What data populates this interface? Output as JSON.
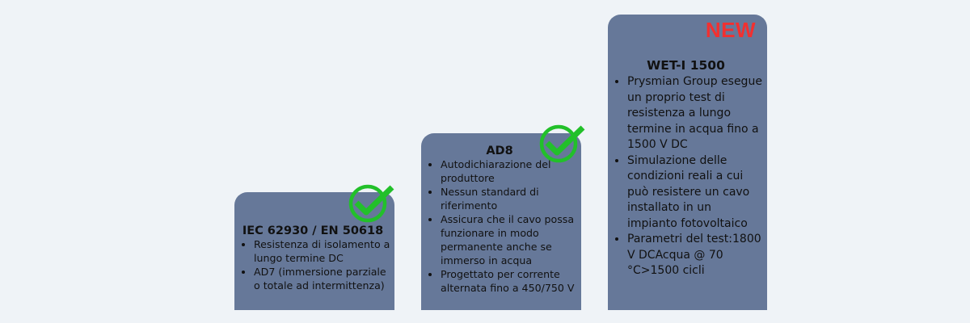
{
  "cards": [
    {
      "title": "IEC 62930 / EN 50618",
      "status_icon": "check-circle-icon",
      "items": [
        "Resistenza di isolamento a lungo termine DC",
        "AD7 (immersione parziale o totale ad intermittenza)"
      ]
    },
    {
      "title": "AD8",
      "status_icon": "check-circle-icon",
      "items": [
        "Autodichiarazione del produttore",
        "Nessun standard di riferimento",
        "Assicura che il cavo possa funzionare in modo permanente anche se immerso in acqua",
        "Progettato per corrente alternata fino a 450/750 V"
      ]
    },
    {
      "title": "WET-I 1500",
      "badge": "NEW",
      "items": [
        "Prysmian Group esegue un proprio test di resistenza a lungo termine in acqua fino a 1500 V DC",
        "Simulazione delle condizioni reali a cui può resistere un cavo installato in un impianto fotovoltaico",
        "Parametri del test:1800 V DCAcqua @ 70 °C>1500 cicli"
      ]
    }
  ],
  "colors": {
    "card": "#667899",
    "check": "#22c02a",
    "badge": "#f23030",
    "background": "#eff3f7"
  }
}
